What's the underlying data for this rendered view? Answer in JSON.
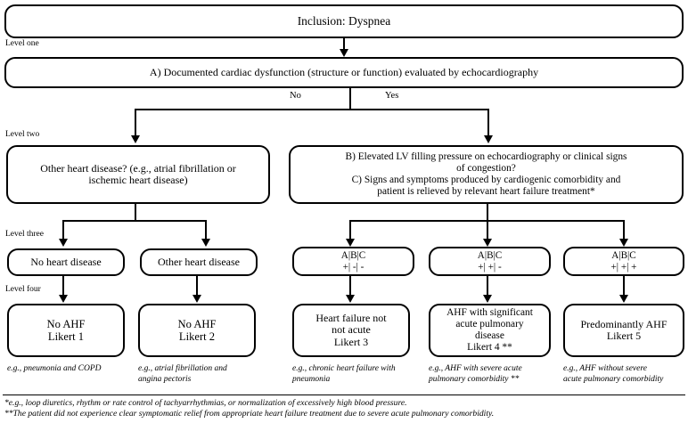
{
  "title": "Dyspnea clinical classification decision flowchart",
  "levels": {
    "one": "Level one",
    "two": "Level two",
    "three": "Level three",
    "four": "Level four"
  },
  "nodes": {
    "inclusion": "Inclusion: Dyspnea",
    "question_a": "A) Documented cardiac dysfunction (structure or function) evaluated by echocardiography",
    "other_heart_disease_q": "Other heart disease? (e.g., atrial fibrillation or\nischemic heart disease)",
    "question_bc": "B) Elevated LV filling pressure on echocardiography or clinical signs\nof congestion?\nC) Signs and symptoms produced by cardiogenic comorbidity and\npatient is relieved by relevant heart failure treatment*",
    "no_heart_disease": "No heart disease",
    "other_heart_disease": "Other heart disease",
    "abc_header": "A|B|C",
    "abc_row1": "+| -| -",
    "abc_row2": "+| +| -",
    "abc_row3": "+| +| +",
    "outcome1": "No AHF\nLikert 1",
    "outcome2": "No AHF\nLikert 2",
    "outcome3": "Heart failure not\nnot acute\nLikert 3",
    "outcome4": "AHF with significant\nacute pulmonary\ndisease\nLikert 4 **",
    "outcome5": "Predominantly AHF\nLikert 5"
  },
  "branch_labels": {
    "no": "No",
    "yes": "Yes"
  },
  "captions": {
    "c1": "e.g., pneumonia and COPD",
    "c2": "e.g., atrial fibrillation and\nangina pectoris",
    "c3": "e.g., chronic heart failure with\npneumonia",
    "c4": "e.g., AHF with severe acute\npulmonary comorbidity **",
    "c5": "e.g., AHF without severe\nacute pulmonary comorbidity"
  },
  "footnotes": {
    "single_star": "*e.g., loop diuretics, rhythm or rate control of tachyarrhythmias, or normalization of excessively high blood pressure.",
    "double_star": "**The patient did not experience clear symptomatic relief from appropriate heart failure treatment due to severe acute pulmonary comorbidity."
  },
  "colors": {
    "stroke": "#000000",
    "background": "#ffffff"
  }
}
